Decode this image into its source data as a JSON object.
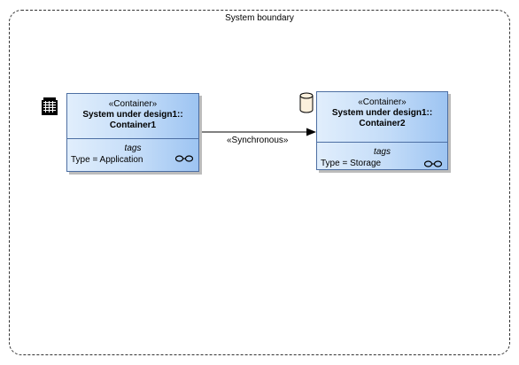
{
  "boundary": {
    "label": "System boundary"
  },
  "elements": [
    {
      "stereotype": "«Container»",
      "name_line1": "System under design1::",
      "name_line2": "Container1",
      "tags_label": "tags",
      "tag_value": "Type = Application",
      "icon": "server-rack-icon"
    },
    {
      "stereotype": "«Container»",
      "name_line1": "System under design1::",
      "name_line2": "Container2",
      "tags_label": "tags",
      "tag_value": "Type = Storage",
      "icon": "database-cylinder-icon"
    }
  ],
  "connector": {
    "label": "«Synchronous»",
    "type": "directed-association"
  },
  "colors": {
    "element_fill_light": "#e1eefc",
    "element_fill_dark": "#9dc4f2",
    "element_border": "#4d6fa3",
    "shadow": "#bcbcbc"
  }
}
